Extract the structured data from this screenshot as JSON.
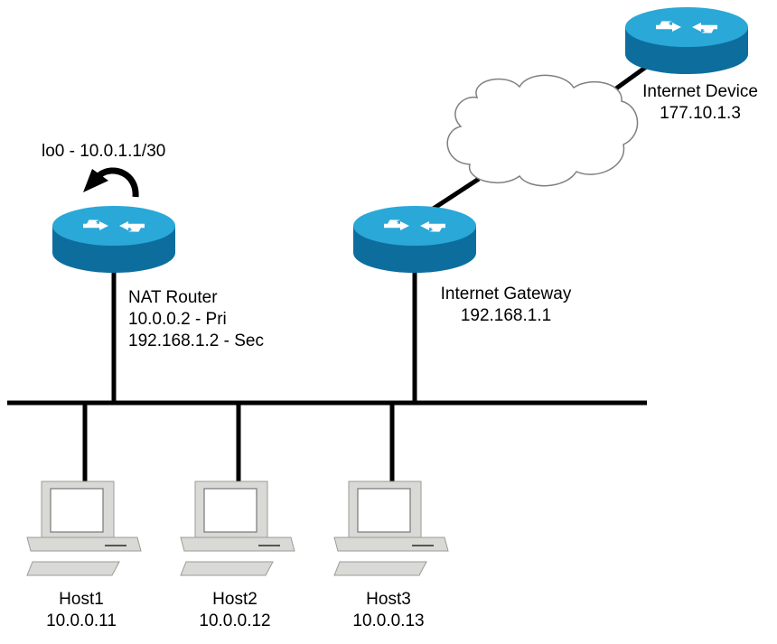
{
  "colors": {
    "router_top": "#2aa8d8",
    "router_side": "#0d6e9e",
    "router_arrows": "#ffffff",
    "link": "#000000",
    "pc_body": "#d9d9d6",
    "pc_screen": "#ffffff",
    "cloud_fill": "#ffffff",
    "cloud_stroke": "#7f7f7f"
  },
  "nodes": {
    "nat_router": {
      "icon": "router-icon",
      "name": "NAT Router",
      "primary_ip": "10.0.0.2 - Pri",
      "secondary_ip": "192.168.1.2 - Sec",
      "loopback": "lo0 - 10.0.1.1/30",
      "loopback_icon": "loopback-arrow-icon"
    },
    "internet_gateway": {
      "icon": "router-icon",
      "name": "Internet Gateway",
      "ip": "192.168.1.1"
    },
    "internet_device": {
      "icon": "router-icon",
      "name": "Internet Device",
      "ip": "177.10.1.3"
    },
    "internet_cloud": {
      "icon": "cloud-icon"
    },
    "hosts": [
      {
        "icon": "pc-icon",
        "name": "Host1",
        "ip": "10.0.0.11"
      },
      {
        "icon": "pc-icon",
        "name": "Host2",
        "ip": "10.0.0.12"
      },
      {
        "icon": "pc-icon",
        "name": "Host3",
        "ip": "10.0.0.13"
      }
    ]
  }
}
